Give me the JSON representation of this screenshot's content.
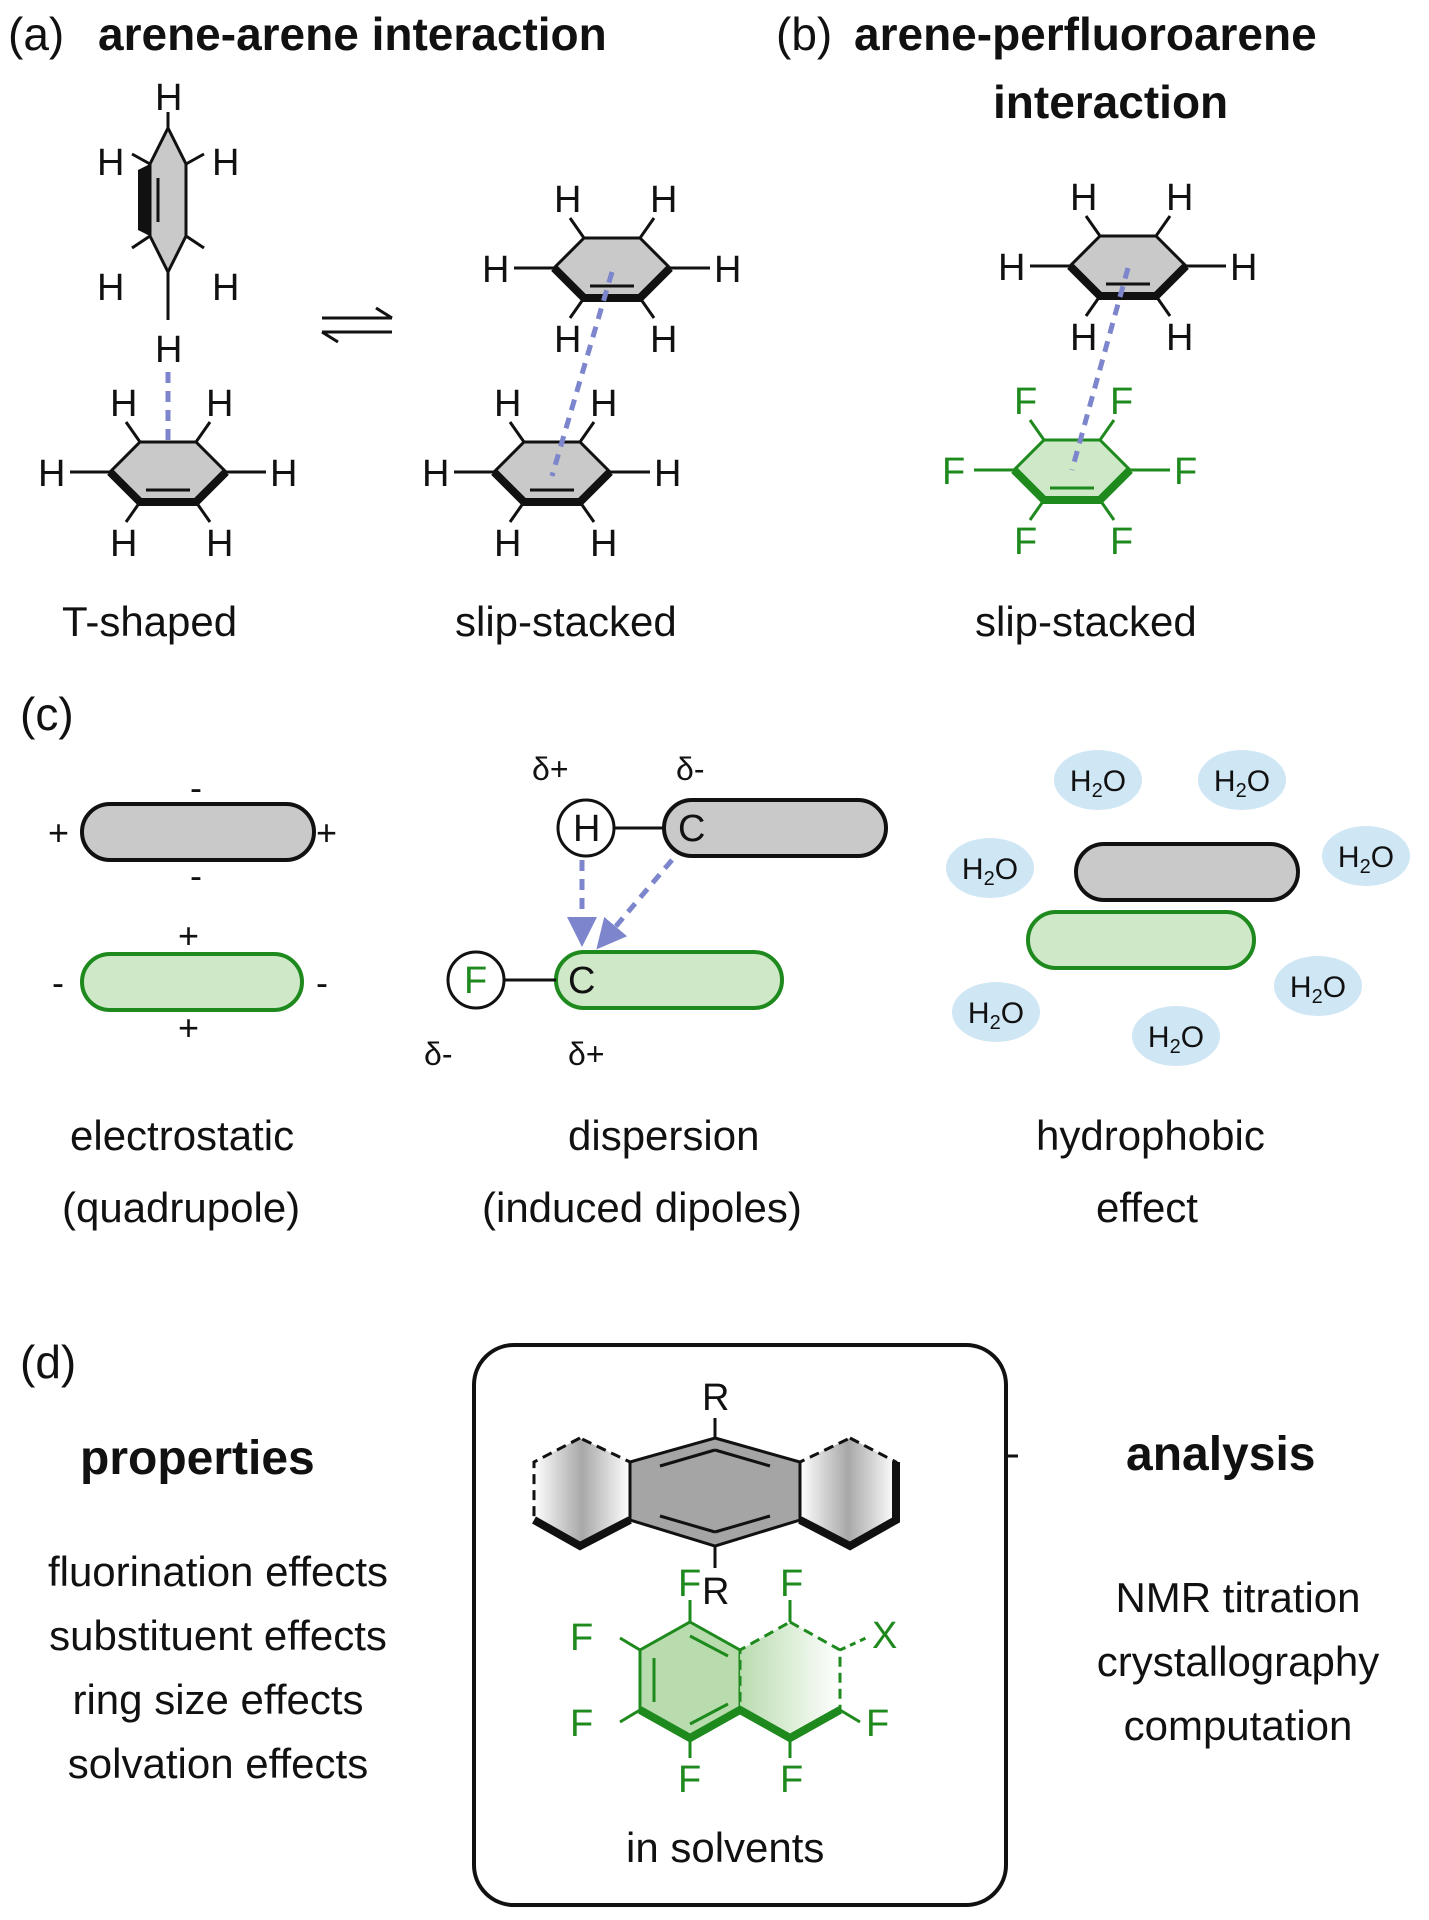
{
  "panel_a": {
    "letter": "(a)",
    "title": "arene-arene interaction",
    "label_t": "T-shaped",
    "label_ss": "slip-stacked",
    "atom_h": "H"
  },
  "panel_b": {
    "letter": "(b)",
    "title_line1": "arene-perfluoroarene",
    "title_line2": "interaction",
    "label_ss": "slip-stacked",
    "atom_h": "H",
    "atom_f": "F"
  },
  "panel_c": {
    "letter": "(c)",
    "plus": "+",
    "minus": "-",
    "delta_plus": "δ+",
    "delta_minus": "δ-",
    "atom_h": "H",
    "atom_c": "C",
    "atom_f": "F",
    "water": "H2O",
    "elec_line1": "electrostatic",
    "elec_line2": "(quadrupole)",
    "disp_line1": "dispersion",
    "disp_line2": "(induced dipoles)",
    "hydro_line1": "hydrophobic",
    "hydro_line2": "effect"
  },
  "panel_d": {
    "letter": "(d)",
    "properties_title": "properties",
    "properties": [
      "fluorination effects",
      "substituent effects",
      "ring size effects",
      "solvation effects"
    ],
    "analysis_title": "analysis",
    "analysis": [
      "NMR titration",
      "crystallography",
      "computation"
    ],
    "atom_r": "R",
    "atom_f": "F",
    "atom_x": "X",
    "box_caption": "in solvents"
  },
  "colors": {
    "ring_gray": "#c9c9c9",
    "ring_green": "#cfe8c8",
    "green": "#1e8a1e",
    "dash_blue": "#7d86cc",
    "water_blue": "#cfe6f5"
  }
}
